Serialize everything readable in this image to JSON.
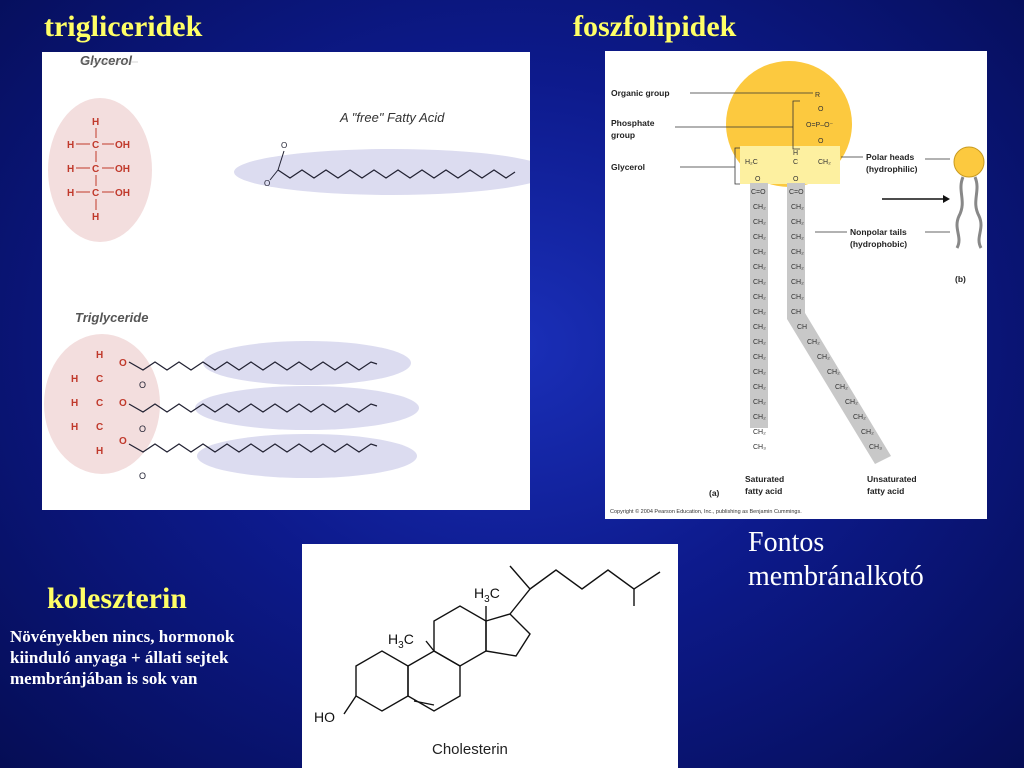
{
  "titles": {
    "triglycerides": "trigliceridek",
    "phospholipids": "foszfolipidek",
    "cholesterol": "koleszterin"
  },
  "notes": {
    "membrane_line1": "Fontos",
    "membrane_line2": "membránalkotó",
    "cholesterol_desc_1": "Növényekben nincs, hormonok",
    "cholesterol_desc_2": "kiinduló anyaga + állati sejtek",
    "cholesterol_desc_3": "membránjában is sok van"
  },
  "triglyceride_panel": {
    "glycerol_label": "Glycerol",
    "fatty_acid_label": "A \"free\"  Fatty Acid",
    "triglyceride_label": "Triglyceride"
  },
  "phospholipid_panel": {
    "organic_group": "Organic group",
    "phosphate_group_1": "Phosphate",
    "phosphate_group_2": "group",
    "glycerol": "Glycerol",
    "polar_heads_1": "Polar heads",
    "polar_heads_2": "(hydrophilic)",
    "nonpolar_tails_1": "Nonpolar tails",
    "nonpolar_tails_2": "(hydrophobic)",
    "panel_a": "(a)",
    "panel_b": "(b)",
    "saturated_1": "Saturated",
    "saturated_2": "fatty acid",
    "unsaturated_1": "Unsaturated",
    "unsaturated_2": "fatty acid",
    "copyright": "Copyright © 2004 Pearson Education, Inc., publishing as Benjamin Cummings."
  },
  "cholesterol_panel": {
    "label": "Cholesterin",
    "methyl": "H",
    "methyl_sub": "3",
    "methyl_c": "C",
    "hydroxyl": "HO"
  },
  "colors": {
    "title": "#ffff66",
    "background": "#0d1a8c",
    "atom_red": "#c0392b",
    "highlight_lavender": "#dcdcf0",
    "head_yellow": "#fcc93f"
  }
}
